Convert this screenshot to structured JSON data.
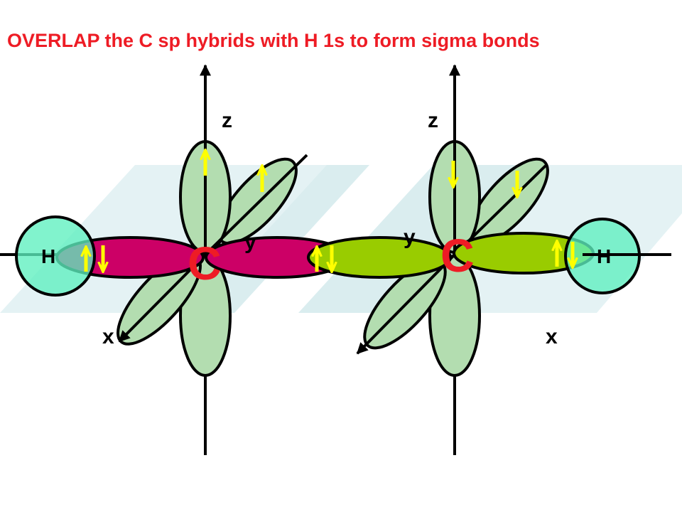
{
  "slide": {
    "title": "OVERLAP the  C sp hybrids with H 1s to form sigma bonds"
  },
  "diagram": {
    "left_carbon": {
      "label": "C",
      "axis_z": "z",
      "axis_y": "y",
      "axis_x": "x"
    },
    "right_carbon": {
      "label": "C",
      "axis_z": "z",
      "axis_y": "y",
      "axis_x": "x"
    },
    "left_hydrogen": {
      "label": "H"
    },
    "right_hydrogen": {
      "label": "H"
    }
  },
  "colors": {
    "title": "#ee1c25",
    "sp_orbital_left": "#cc0066",
    "sp_orbital_right": "#99cc00",
    "p_orbital": "#b3ddb0",
    "h_1s_orbital": "#6ff2c4",
    "xy_plane": "#cde7ea",
    "electron_arrow": "#ffff00"
  }
}
